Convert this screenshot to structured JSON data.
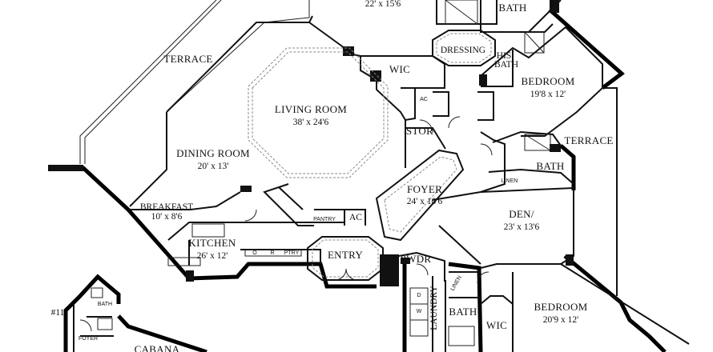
{
  "rooms": {
    "top_room_dims": "22' x 15'6",
    "bath_top": "BATH",
    "terrace_left": "TERRACE",
    "dressing": "DRESSING",
    "wic_top": "WIC",
    "his_bath_1": "HIS",
    "his_bath_2": "BATH",
    "bedroom_right_name": "BEDROOM",
    "bedroom_right_dims": "19'8 x 12'",
    "living_name": "LIVING ROOM",
    "living_dims": "38' x 24'6",
    "ac_top": "AC",
    "stor": "STOR",
    "terrace_right": "TERRACE",
    "dining_name": "DINING ROOM",
    "dining_dims": "20' x 13'",
    "bath_mid": "BATH",
    "linen_mid": "LINEN",
    "foyer_name": "FOYER",
    "foyer_dims": "24' x 10'6",
    "breakfast_name": "BREAKFAST",
    "breakfast_dims": "10' x 8'6",
    "pantry": "PANTRY",
    "ac_mid": "AC",
    "den_name": "DEN/",
    "den_dims": "23' x 13'6",
    "kitchen_name": "KITCHEN",
    "kitchen_dims": "26' x 12'",
    "kitchen_o": "O",
    "kitchen_r": "R",
    "kitchen_ptry": "PTRY",
    "entry": "ENTRY",
    "pwdr": "PWDR",
    "laundry": "LAUNDRY",
    "laundry_d": "D",
    "laundry_w": "W",
    "linen_low": "LINEN",
    "bath_low": "BATH",
    "wic_low": "WIC",
    "bedroom_low_name": "BEDROOM",
    "bedroom_low_dims": "20'9 x 12'",
    "unit_number": "#11",
    "cabana_bath": "BATH",
    "cabana_foyer": "FOYER",
    "cabana": "CABANA"
  }
}
